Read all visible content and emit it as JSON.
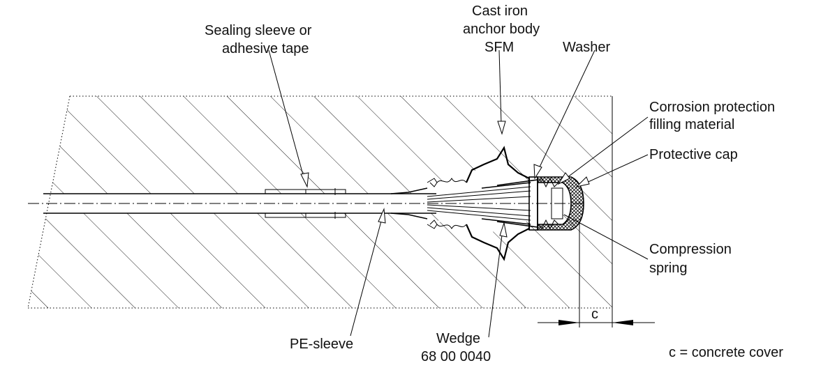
{
  "labels": {
    "sealing_sleeve_1": "Sealing sleeve or",
    "sealing_sleeve_2": "adhesive tape",
    "anchor_body_1": "Cast iron",
    "anchor_body_2": "anchor body",
    "anchor_body_3": "SFM",
    "washer": "Washer",
    "corrosion_1": "Corrosion protection",
    "corrosion_2": "filling material",
    "protective_cap": "Protective cap",
    "compression_1": "Compression",
    "compression_2": "spring",
    "pe_sleeve": "PE-sleeve",
    "wedge_1": "Wedge",
    "wedge_2": "68 00 0040",
    "dimension_c": "c",
    "legend_c": "c = concrete cover"
  }
}
